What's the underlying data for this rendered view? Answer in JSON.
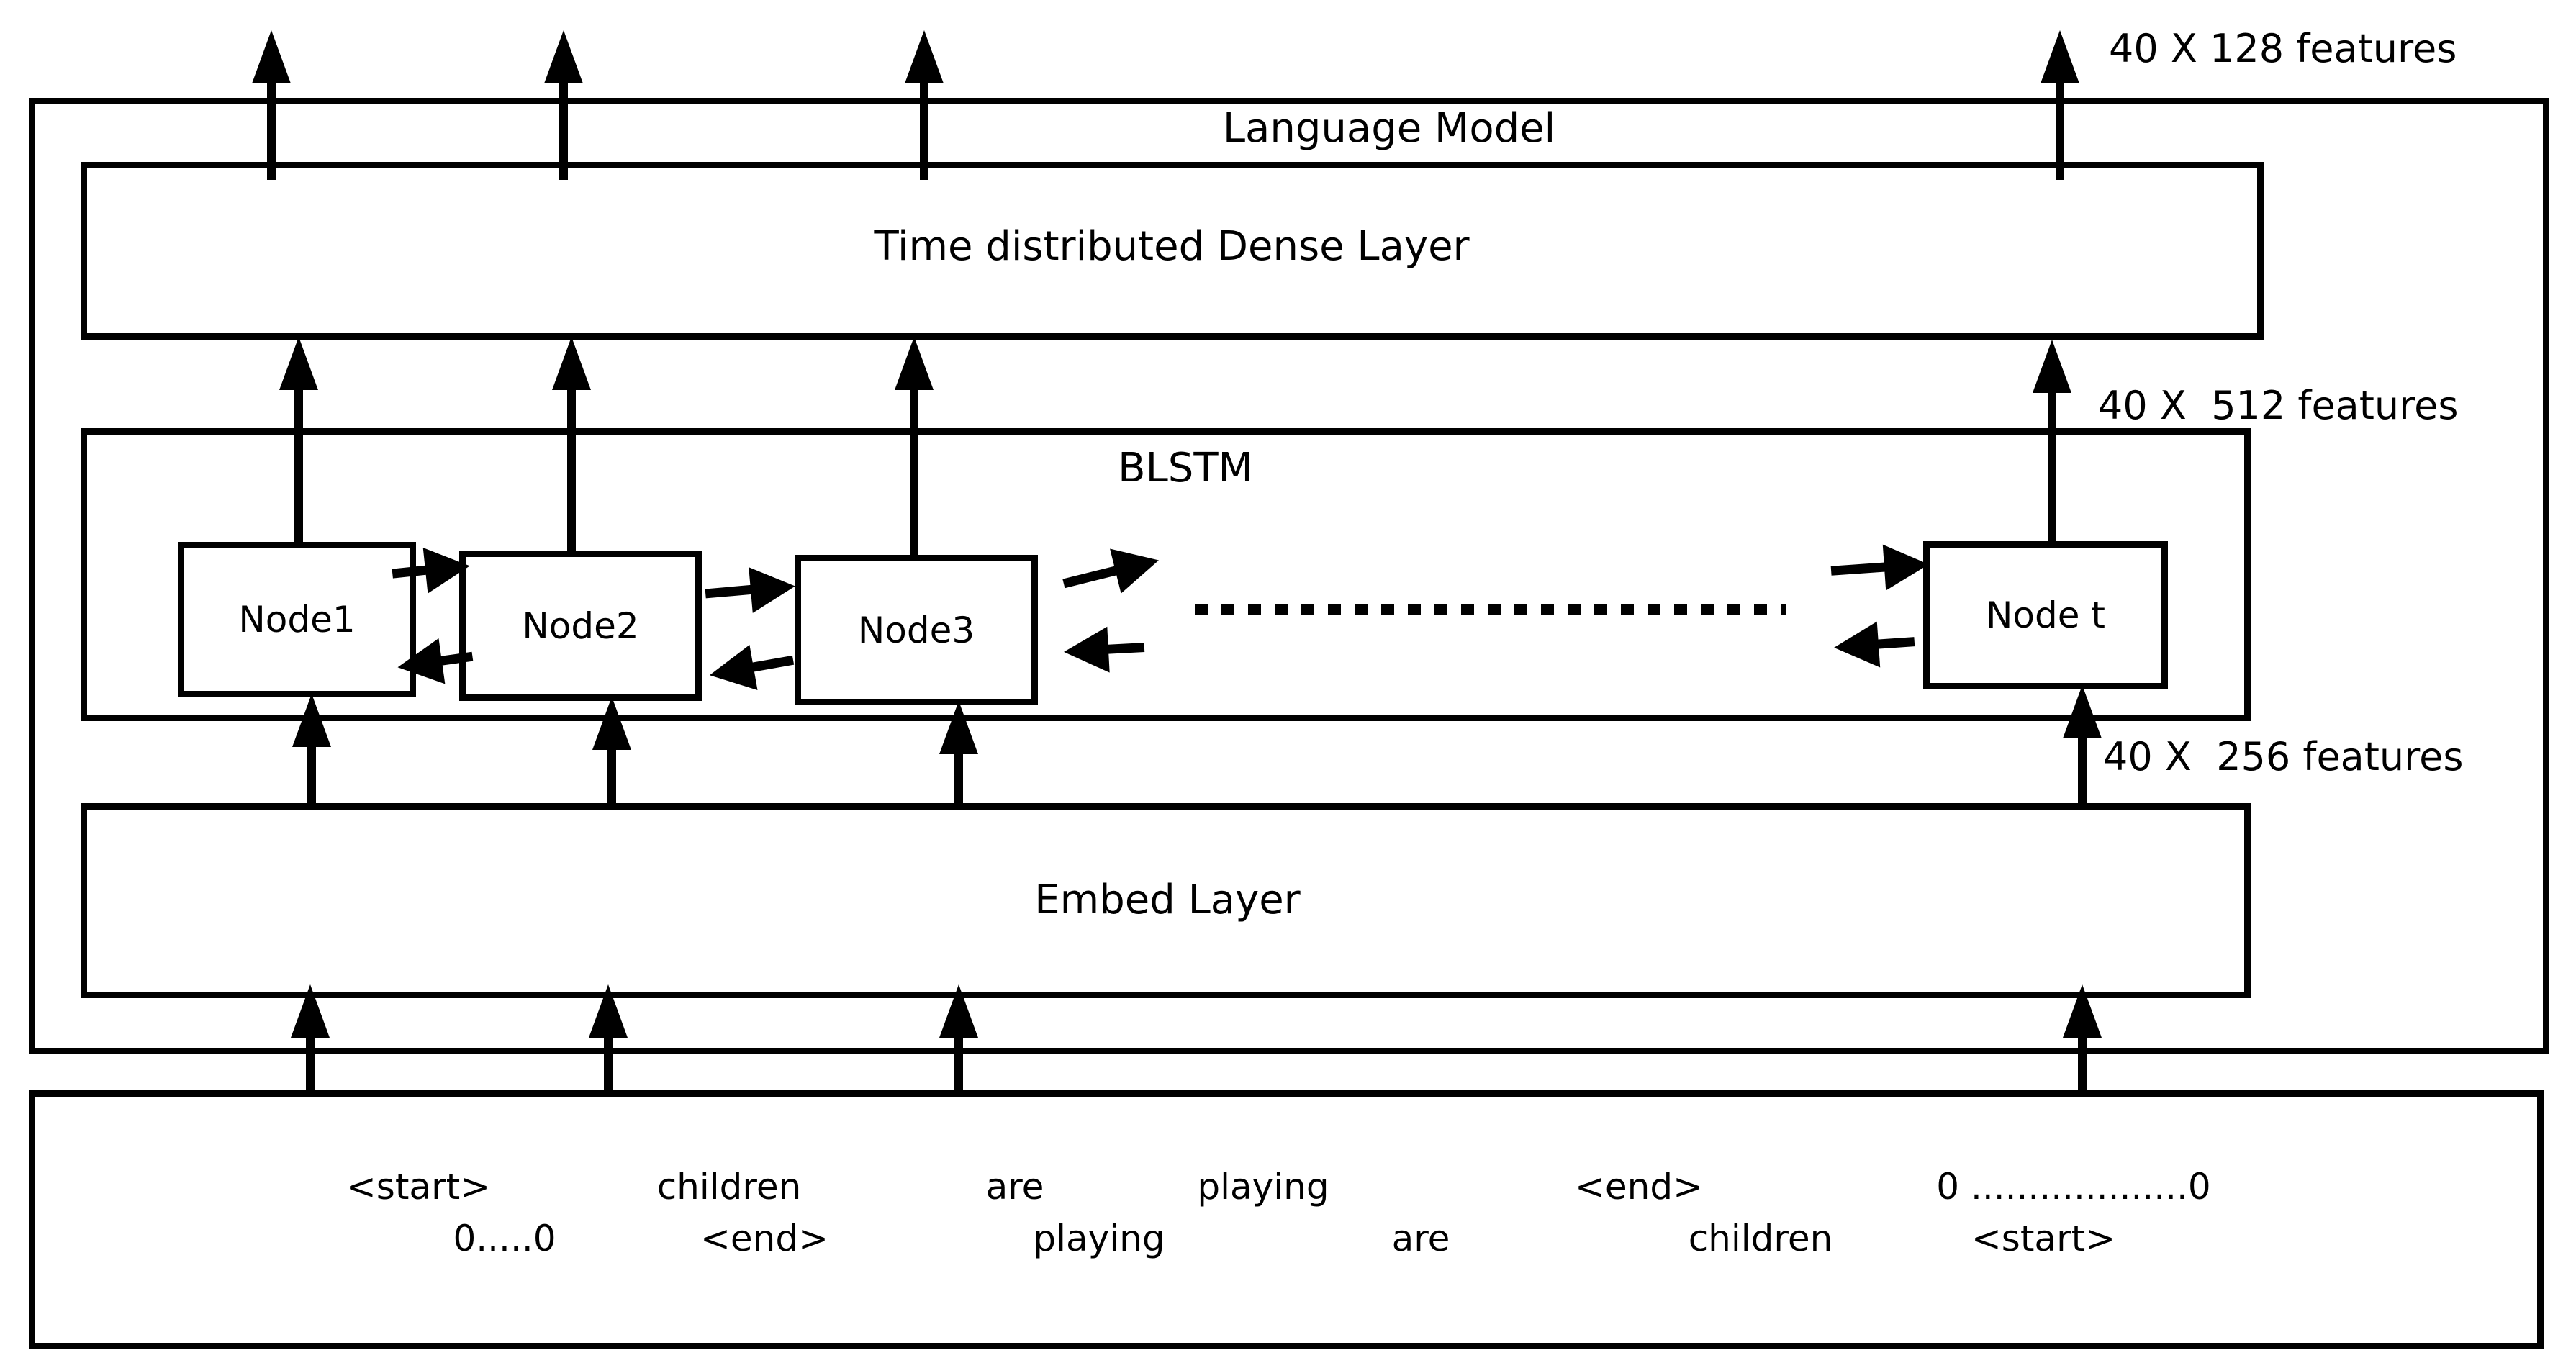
{
  "figure": {
    "language_model_label": "Language Model",
    "dense_layer_label": "Time distributed Dense Layer",
    "blstm_label": "BLSTM",
    "embed_layer_label": "Embed Layer",
    "annotations": {
      "top_features": "40 X 128 features",
      "mid_features": "40 X  512 features",
      "low_features": "40 X  256 features"
    },
    "nodes": [
      {
        "label": "Node1"
      },
      {
        "label": "Node2"
      },
      {
        "label": "Node3"
      },
      {
        "label": "Node t"
      }
    ],
    "input_tokens": {
      "forward": [
        "<start>",
        "children",
        "are",
        "playing",
        "<end>",
        "0 ...................0"
      ],
      "backward": [
        "0.....0",
        "<end>",
        "playing",
        "are",
        "children",
        "<start>"
      ]
    }
  },
  "colors": {
    "ink": "#000000",
    "background": "#ffffff"
  }
}
